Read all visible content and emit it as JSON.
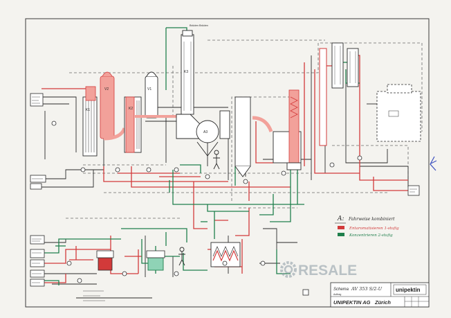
{
  "colors": {
    "paper": "#f4f3ef",
    "frame": "#3a3a3a",
    "line_black": "#2a2a2a",
    "dashed": "#6a6a6a",
    "red": "#d23a3a",
    "red_fill": "#f2a19a",
    "green": "#1f7f4c",
    "blue_mark": "#3b4fbf",
    "watermark": "#8a9aa3"
  },
  "legend": {
    "title_prefix": "A:",
    "title": "Fahrweise kombiniert",
    "item1_label": "Entaromatisieren 1-stufig",
    "item2_label": "Konzentrieren 2-stufig",
    "item1_color": "#d23a3a",
    "item2_color": "#1f7f4c"
  },
  "vessel_labels": {
    "v1": "K1",
    "v2": "K2",
    "v3": "K3",
    "a3": "A3",
    "v2r": "V2",
    "v1r": "V1"
  },
  "vent_label": "Brüden Brüden",
  "title_block": {
    "scheme_label": "Schema",
    "scheme_no": "AV 353 S/2-U",
    "small_label": "Auftrag",
    "company": "UNIPEKTIN AG",
    "city": "Zürich",
    "logo": "unipektin"
  },
  "watermark": {
    "text": "RESALE",
    "icon": "gear-icon"
  },
  "margin_mark": {
    "icon": "ink-arrow-mark-icon"
  }
}
